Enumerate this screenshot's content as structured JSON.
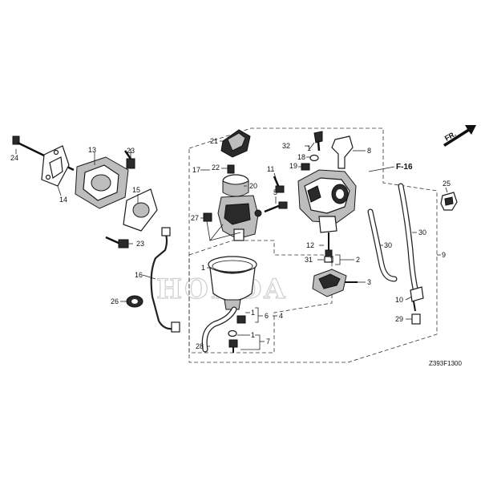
{
  "diagram": {
    "drawing_code": "Z393F1300",
    "direction_label": "FR.",
    "reference_label": "F-16",
    "watermark": "HONDA",
    "parts": [
      {
        "id": "1",
        "label": "1"
      },
      {
        "id": "2",
        "label": "2"
      },
      {
        "id": "3",
        "label": "3"
      },
      {
        "id": "4",
        "label": "4"
      },
      {
        "id": "5",
        "label": "5"
      },
      {
        "id": "6",
        "label": "6"
      },
      {
        "id": "7",
        "label": "7"
      },
      {
        "id": "8",
        "label": "8"
      },
      {
        "id": "9",
        "label": "9"
      },
      {
        "id": "10",
        "label": "10"
      },
      {
        "id": "11",
        "label": "11"
      },
      {
        "id": "12",
        "label": "12"
      },
      {
        "id": "13",
        "label": "13"
      },
      {
        "id": "14",
        "label": "14"
      },
      {
        "id": "15",
        "label": "15"
      },
      {
        "id": "16",
        "label": "16"
      },
      {
        "id": "17",
        "label": "17"
      },
      {
        "id": "18",
        "label": "18"
      },
      {
        "id": "19",
        "label": "19"
      },
      {
        "id": "20",
        "label": "20"
      },
      {
        "id": "21",
        "label": "21"
      },
      {
        "id": "22",
        "label": "22"
      },
      {
        "id": "23",
        "label": "23"
      },
      {
        "id": "24",
        "label": "24"
      },
      {
        "id": "25",
        "label": "25"
      },
      {
        "id": "26",
        "label": "26"
      },
      {
        "id": "27",
        "label": "27"
      },
      {
        "id": "28",
        "label": "28"
      },
      {
        "id": "29",
        "label": "29"
      },
      {
        "id": "30",
        "label": "30"
      },
      {
        "id": "31",
        "label": "31"
      },
      {
        "id": "32",
        "label": "32"
      }
    ]
  }
}
